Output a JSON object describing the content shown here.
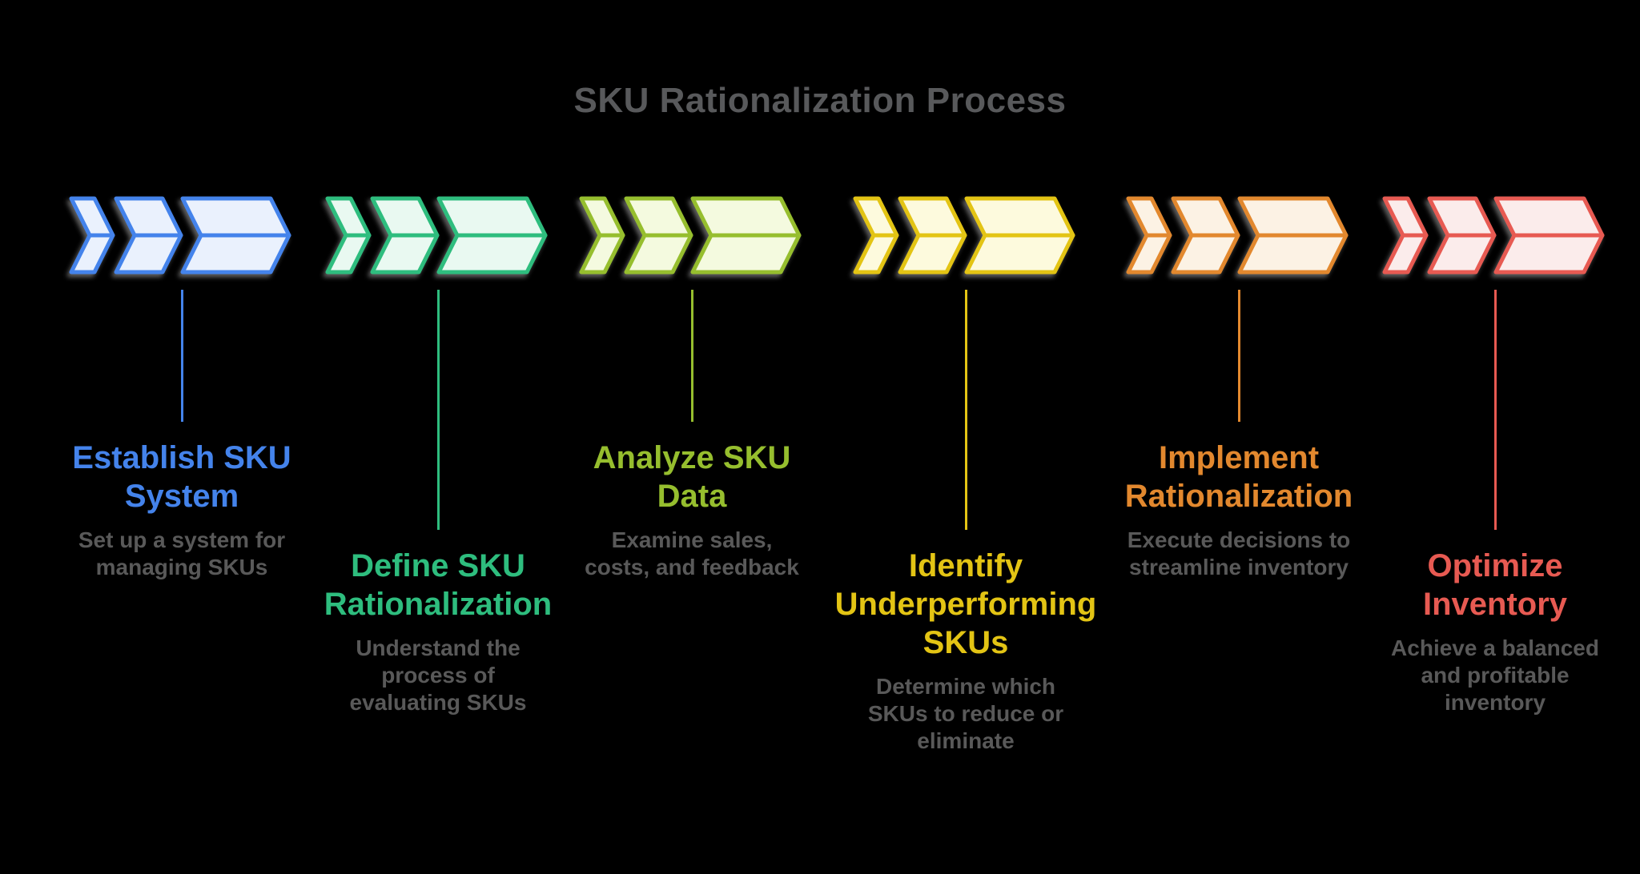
{
  "title": {
    "text": "SKU Rationalization Process",
    "color": "#58595B"
  },
  "stages": [
    {
      "heading": [
        "Establish SKU",
        "System"
      ],
      "description": [
        "Set up a system for",
        "managing SKUs"
      ],
      "color": "#4483EB",
      "fill": "#EAF1FD"
    },
    {
      "heading": [
        "Define SKU",
        "Rationalization"
      ],
      "description": [
        "Understand the",
        "process of",
        "evaluating SKUs"
      ],
      "color": "#2EBD7E",
      "fill": "#E9F9F1"
    },
    {
      "heading": [
        "Analyze SKU",
        "Data"
      ],
      "description": [
        "Examine sales,",
        "costs, and feedback"
      ],
      "color": "#96BE2E",
      "fill": "#F4FADF"
    },
    {
      "heading": [
        "Identify",
        "Underperforming",
        "SKUs"
      ],
      "description": [
        "Determine which",
        "SKUs to reduce or",
        "eliminate"
      ],
      "color": "#E3C414",
      "fill": "#FDFADD"
    },
    {
      "heading": [
        "Implement",
        "Rationalization"
      ],
      "description": [
        "Execute decisions to",
        "streamline inventory"
      ],
      "color": "#E2882E",
      "fill": "#FCF2E4"
    },
    {
      "heading": [
        "Optimize",
        "Inventory"
      ],
      "description": [
        "Achieve a balanced",
        "and profitable",
        "inventory"
      ],
      "color": "#E75A52",
      "fill": "#FBECEB"
    }
  ]
}
